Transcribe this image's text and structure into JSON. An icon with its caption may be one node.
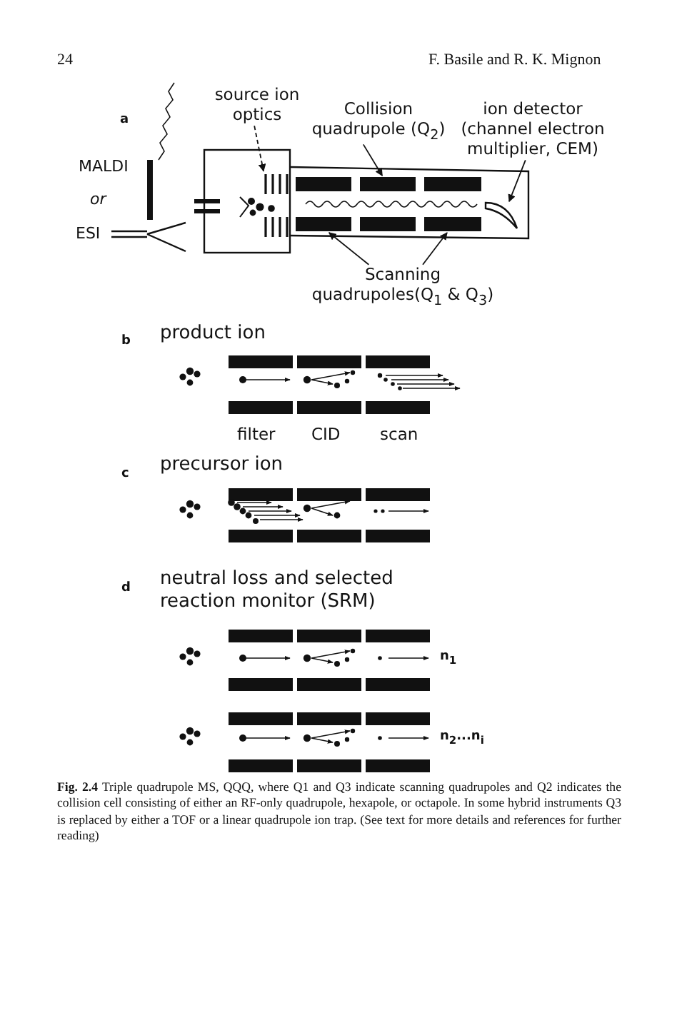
{
  "diagram": {
    "caption": "**Fig. 2.4** Triple quadrupole MS, QQQ, where Q1 and Q3 indicate scanning quadrupoles and Q2 indicates the collision cell consisting of either an RF-only quadrupole, hexapole, or octapole. In some hybrid instruments Q3 is replaced by either a TOF or a linear quadrupole ion trap. (See text for more details and references for further reading)",
    "nodes": [
      {
        "text": [
          "source ion optics"
        ]
      },
      {
        "text": [],
        "shape": "box"
      },
      {
        "text": [
          "Collision quadrupole (Q$_{2}$)"
        ]
      },
      {
        "text": [],
        "shape": "bar"
      },
      {
        "text": [
          "ion detector (channel electron multiplier, CEM)"
        ]
      },
      {
        "text": [],
        "shape": "horn"
      },
      {
        "text": [
          "Scanning quadrupoles(Q$_{1}$ & Q$_{3}$)"
        ]
      },
      {
        "text": [],
        "shape": "bar"
      },
      {
        "text": [],
        "shape": "bar"
      },
      {
        "text": [],
        "shape": "bar"
      },
      {
        "text": [],
        "shape": "bar"
      },
      {
        "text": [],
        "shape": "bar"
      }
    ],
    "edges": [
      {
        "from": 0,
        "to": 1,
        "arrow": "to",
        "style": "dashed"
      },
      {
        "from": 2,
        "to": 3,
        "arrow": "to"
      },
      {
        "from": 4,
        "to": 5,
        "arrow": "to"
      },
      {
        "from": 6,
        "to": 7,
        "arrow": "to"
      },
      {
        "from": 6,
        "to": 8,
        "arrow": "to"
      }
    ],
    "labels": [
      "24",
      "F. Basile and R. K. Mignon",
      "a",
      "MALDI",
      "or",
      "ESI",
      "b",
      "product ion",
      "filter",
      "CID",
      "scan",
      "c",
      "precursor ion",
      "d",
      "neutral loss and selected reaction monitor (SRM)",
      "n$_{1}$",
      "n$_{2}$...n$_{i}$"
    ]
  }
}
